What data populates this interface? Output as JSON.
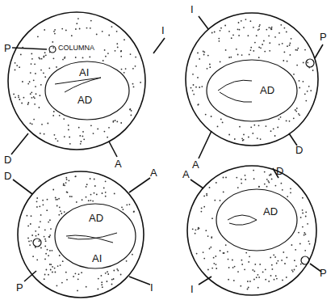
{
  "diagram": {
    "labels": [
      "P",
      "I",
      "COLUMNA",
      "AI",
      "AD",
      "D",
      "A",
      "I",
      "P",
      "AD",
      "A",
      "D",
      "D",
      "A",
      "AD",
      "AI",
      "P",
      "I",
      "A",
      "D",
      "AD",
      "P",
      "I"
    ]
  }
}
